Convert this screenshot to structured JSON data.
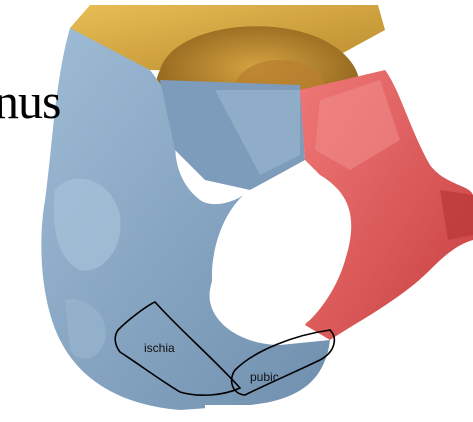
{
  "title_fragment": "nus",
  "labels": {
    "ischia": "ischia",
    "pubic": "pubic"
  },
  "bone_regions": {
    "ilium": {
      "color": "#d4a238"
    },
    "ischium": {
      "color": "#8aa9c6"
    },
    "pubis": {
      "color": "#e05a5a"
    }
  }
}
